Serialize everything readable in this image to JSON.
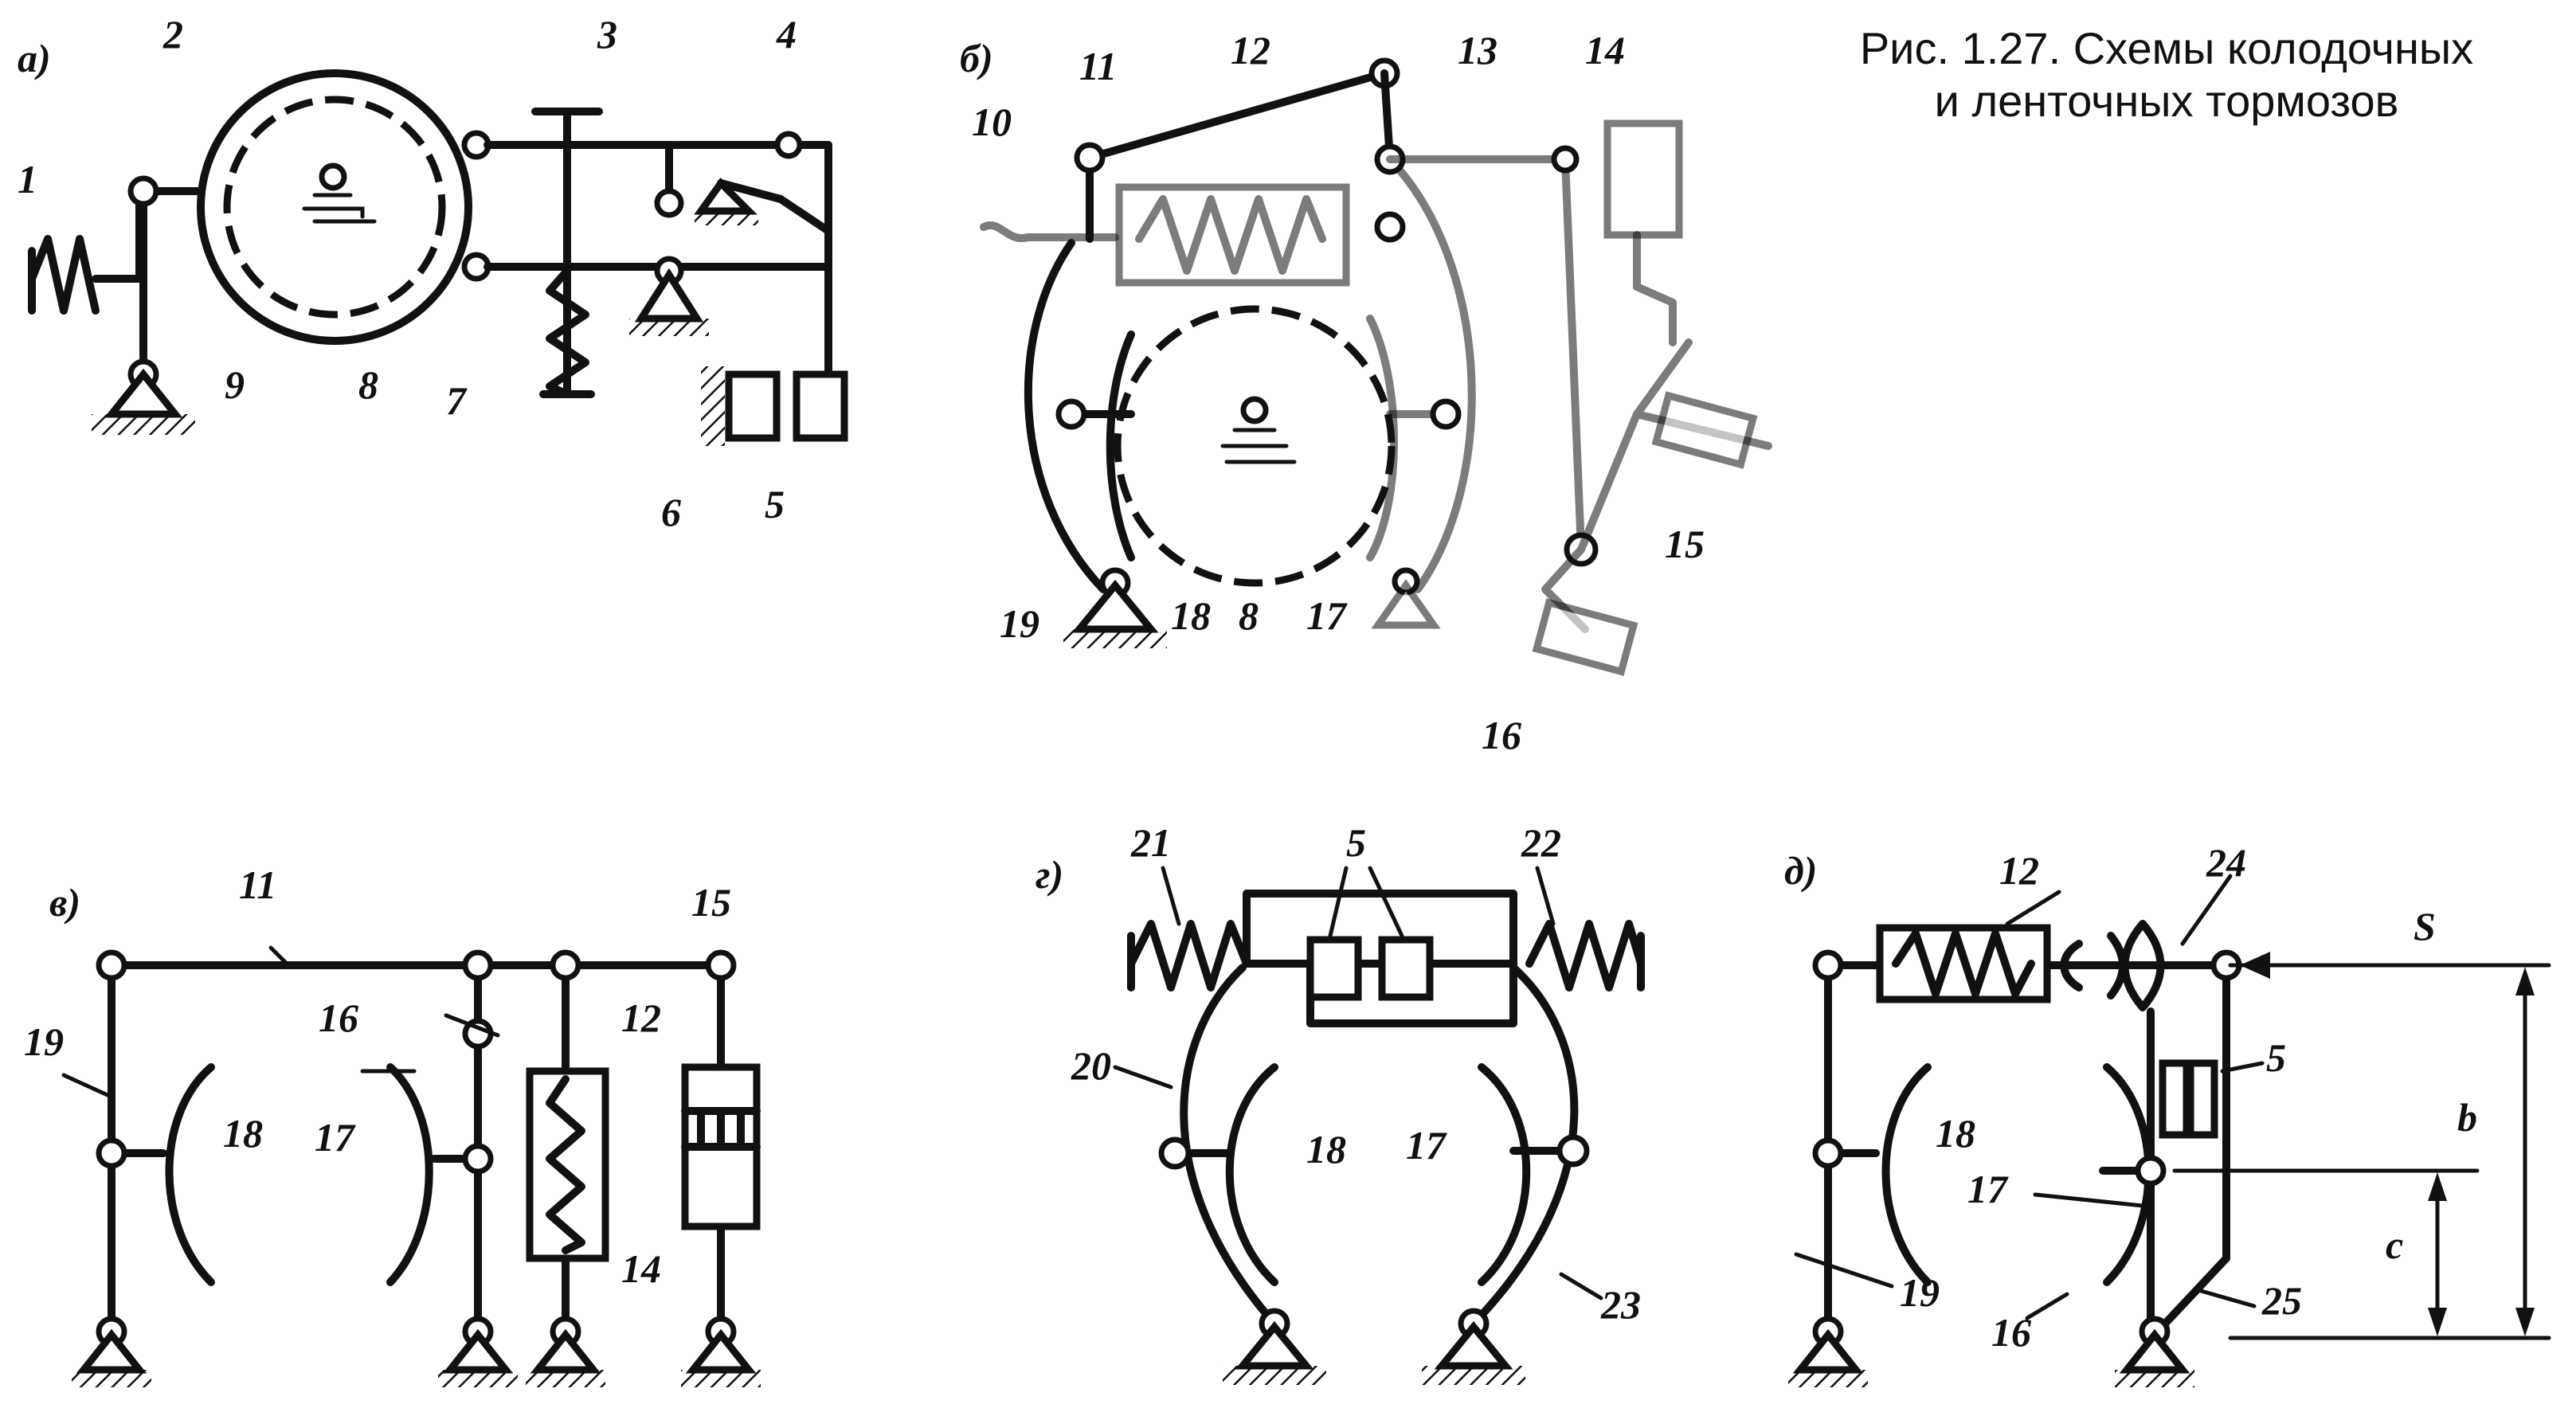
{
  "caption": {
    "line1": "Рис. 1.27. Схемы колодочных",
    "line2": "и ленточных тормозов"
  },
  "panels": {
    "a": "а)",
    "b": "б)",
    "v": "в)",
    "g": "г)",
    "d": "д)"
  },
  "labels": {
    "a": [
      "1",
      "2",
      "3",
      "4",
      "5",
      "6",
      "7",
      "8",
      "9"
    ],
    "b": [
      "10",
      "11",
      "12",
      "13",
      "14",
      "15",
      "16",
      "17",
      "18",
      "19",
      "8"
    ],
    "v": [
      "11",
      "15",
      "16",
      "12",
      "17",
      "18",
      "19",
      "14"
    ],
    "g": [
      "21",
      "5",
      "22",
      "20",
      "18",
      "17",
      "23"
    ],
    "d": [
      "12",
      "24",
      "S",
      "5",
      "18",
      "17",
      "b",
      "c",
      "19",
      "16",
      "25"
    ]
  }
}
